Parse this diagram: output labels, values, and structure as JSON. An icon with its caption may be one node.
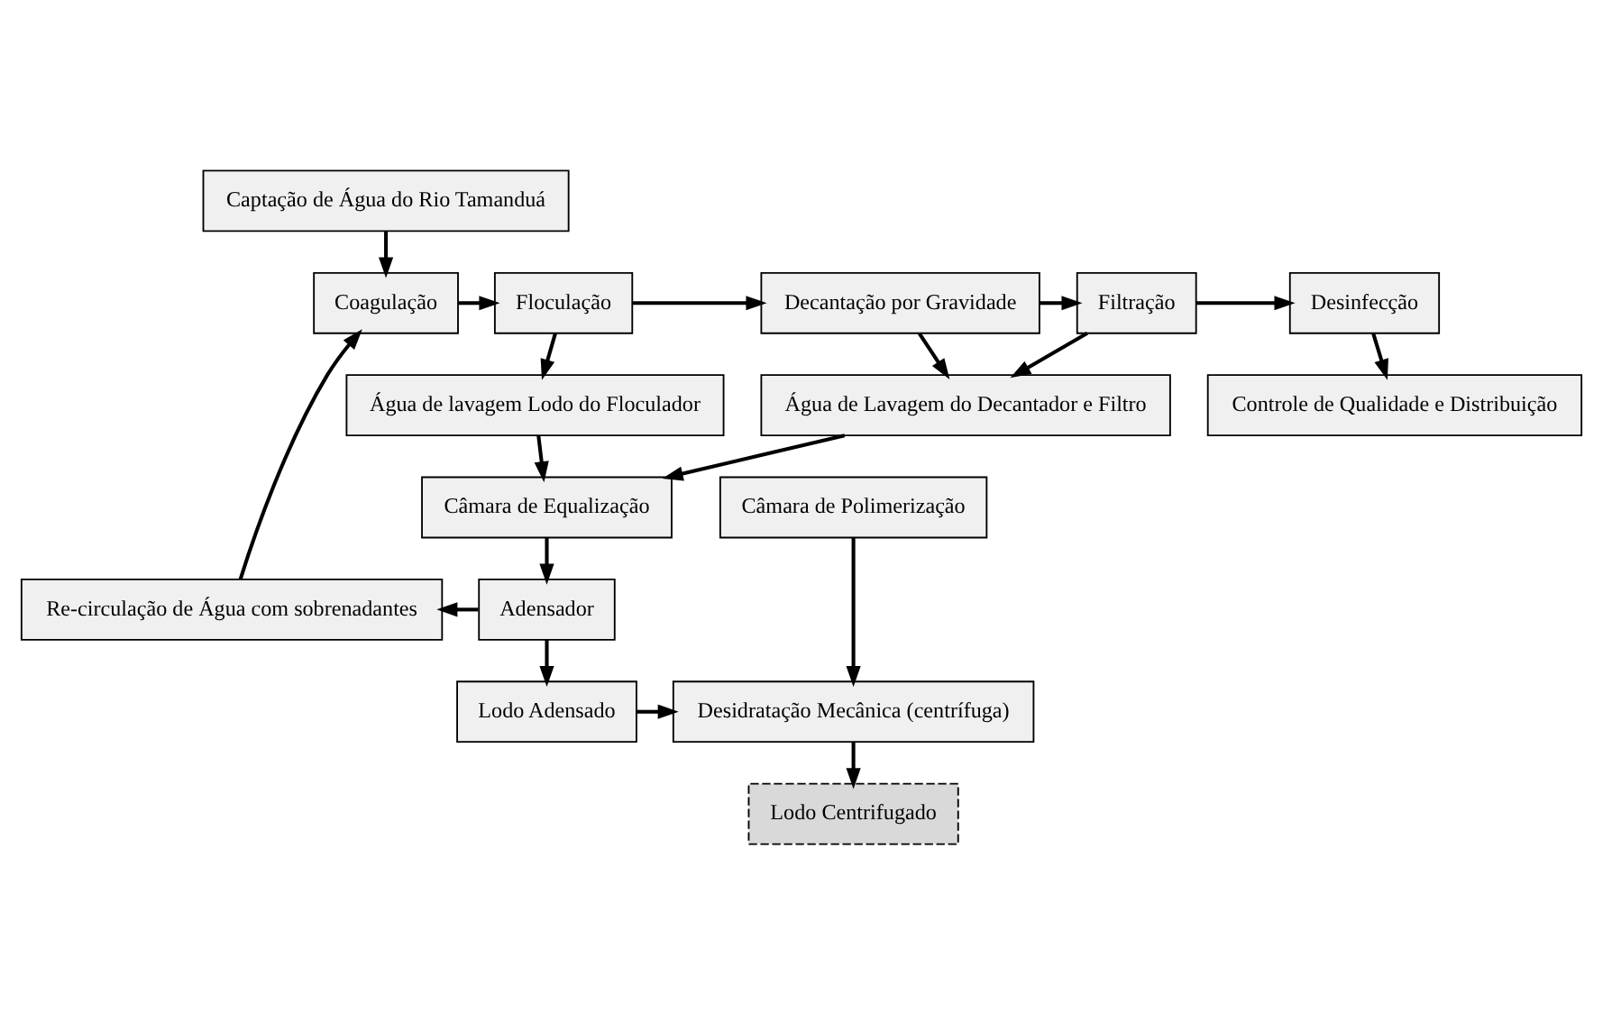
{
  "diagram": {
    "nodes": [
      {
        "text": [
          "Captação de Água do Rio Tamanduá"
        ]
      },
      {
        "text": [
          "Coagulação"
        ]
      },
      {
        "text": [
          "Floculação"
        ]
      },
      {
        "text": [
          "Decantação por Gravidade"
        ]
      },
      {
        "text": [
          "Filtração"
        ]
      },
      {
        "text": [
          "Desinfecção"
        ]
      },
      {
        "text": [
          "Água de lavagem Lodo do Floculador"
        ]
      },
      {
        "text": [
          "Água de Lavagem do Decantador e Filtro"
        ]
      },
      {
        "text": [
          "Controle de Qualidade e Distribuição"
        ]
      },
      {
        "text": [
          "Câmara de Equalização"
        ]
      },
      {
        "text": [
          "Câmara de Polimerização"
        ]
      },
      {
        "text": [
          "Re-circulação de Água com sobrenadantes"
        ]
      },
      {
        "text": [
          "Adensador"
        ]
      },
      {
        "text": [
          "Desidratação Mecânica (centrífuga)"
        ]
      },
      {
        "text": [
          "Lodo Adensado"
        ]
      },
      {
        "text": [
          "Lodo Centrifugado"
        ]
      }
    ],
    "edges": [
      {
        "from": 0,
        "to": 1,
        "arrow": "to"
      },
      {
        "from": 11,
        "to": 1,
        "arrow": "to"
      },
      {
        "from": 1,
        "to": 2,
        "arrow": "to"
      },
      {
        "from": 2,
        "to": 3,
        "arrow": "to"
      },
      {
        "from": 3,
        "to": 4,
        "arrow": "to"
      },
      {
        "from": 4,
        "to": 5,
        "arrow": "to"
      },
      {
        "from": 2,
        "to": 6,
        "arrow": "to"
      },
      {
        "from": 3,
        "to": 7,
        "arrow": "to"
      },
      {
        "from": 4,
        "to": 7,
        "arrow": "to"
      },
      {
        "from": 5,
        "to": 8,
        "arrow": "to"
      },
      {
        "from": 6,
        "to": 9,
        "arrow": "to"
      },
      {
        "from": 7,
        "to": 9,
        "arrow": "to"
      },
      {
        "from": 9,
        "to": 12,
        "arrow": "to"
      },
      {
        "from": 12,
        "to": 11,
        "arrow": "to"
      },
      {
        "from": 12,
        "to": 14,
        "arrow": "to"
      },
      {
        "from": 14,
        "to": 13,
        "arrow": "to"
      },
      {
        "from": 10,
        "to": 13,
        "arrow": "to"
      },
      {
        "from": 13,
        "to": 15,
        "arrow": "to"
      }
    ]
  }
}
